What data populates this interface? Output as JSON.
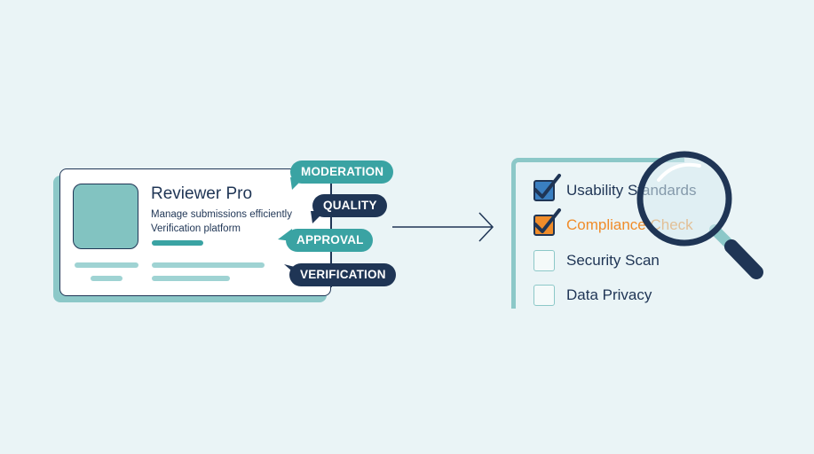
{
  "app_card": {
    "title": "Reviewer Pro",
    "line1": "Manage submissions efficiently",
    "line2": "Verification platform"
  },
  "tags": [
    "MODERATION",
    "QUALITY",
    "APPROVAL",
    "VERIFICATION"
  ],
  "checklist": {
    "items": [
      {
        "label": "Usability Standards",
        "state": "checked"
      },
      {
        "label": "Compliance Check",
        "state": "checked"
      },
      {
        "label": "Security Scan",
        "state": "unchecked"
      },
      {
        "label": "Data Privacy",
        "state": "unchecked"
      }
    ]
  },
  "icons": {
    "arrow": "arrow-right-icon",
    "magnifier": "magnifying-glass-icon",
    "checkmark": "checkmark-icon"
  },
  "colors": {
    "navy": "#1f3555",
    "teal": "#3aa3a3",
    "light_teal": "#8cc8c8",
    "orange": "#f08c2a",
    "blue": "#3a7fc1",
    "background": "#eaf4f6"
  }
}
